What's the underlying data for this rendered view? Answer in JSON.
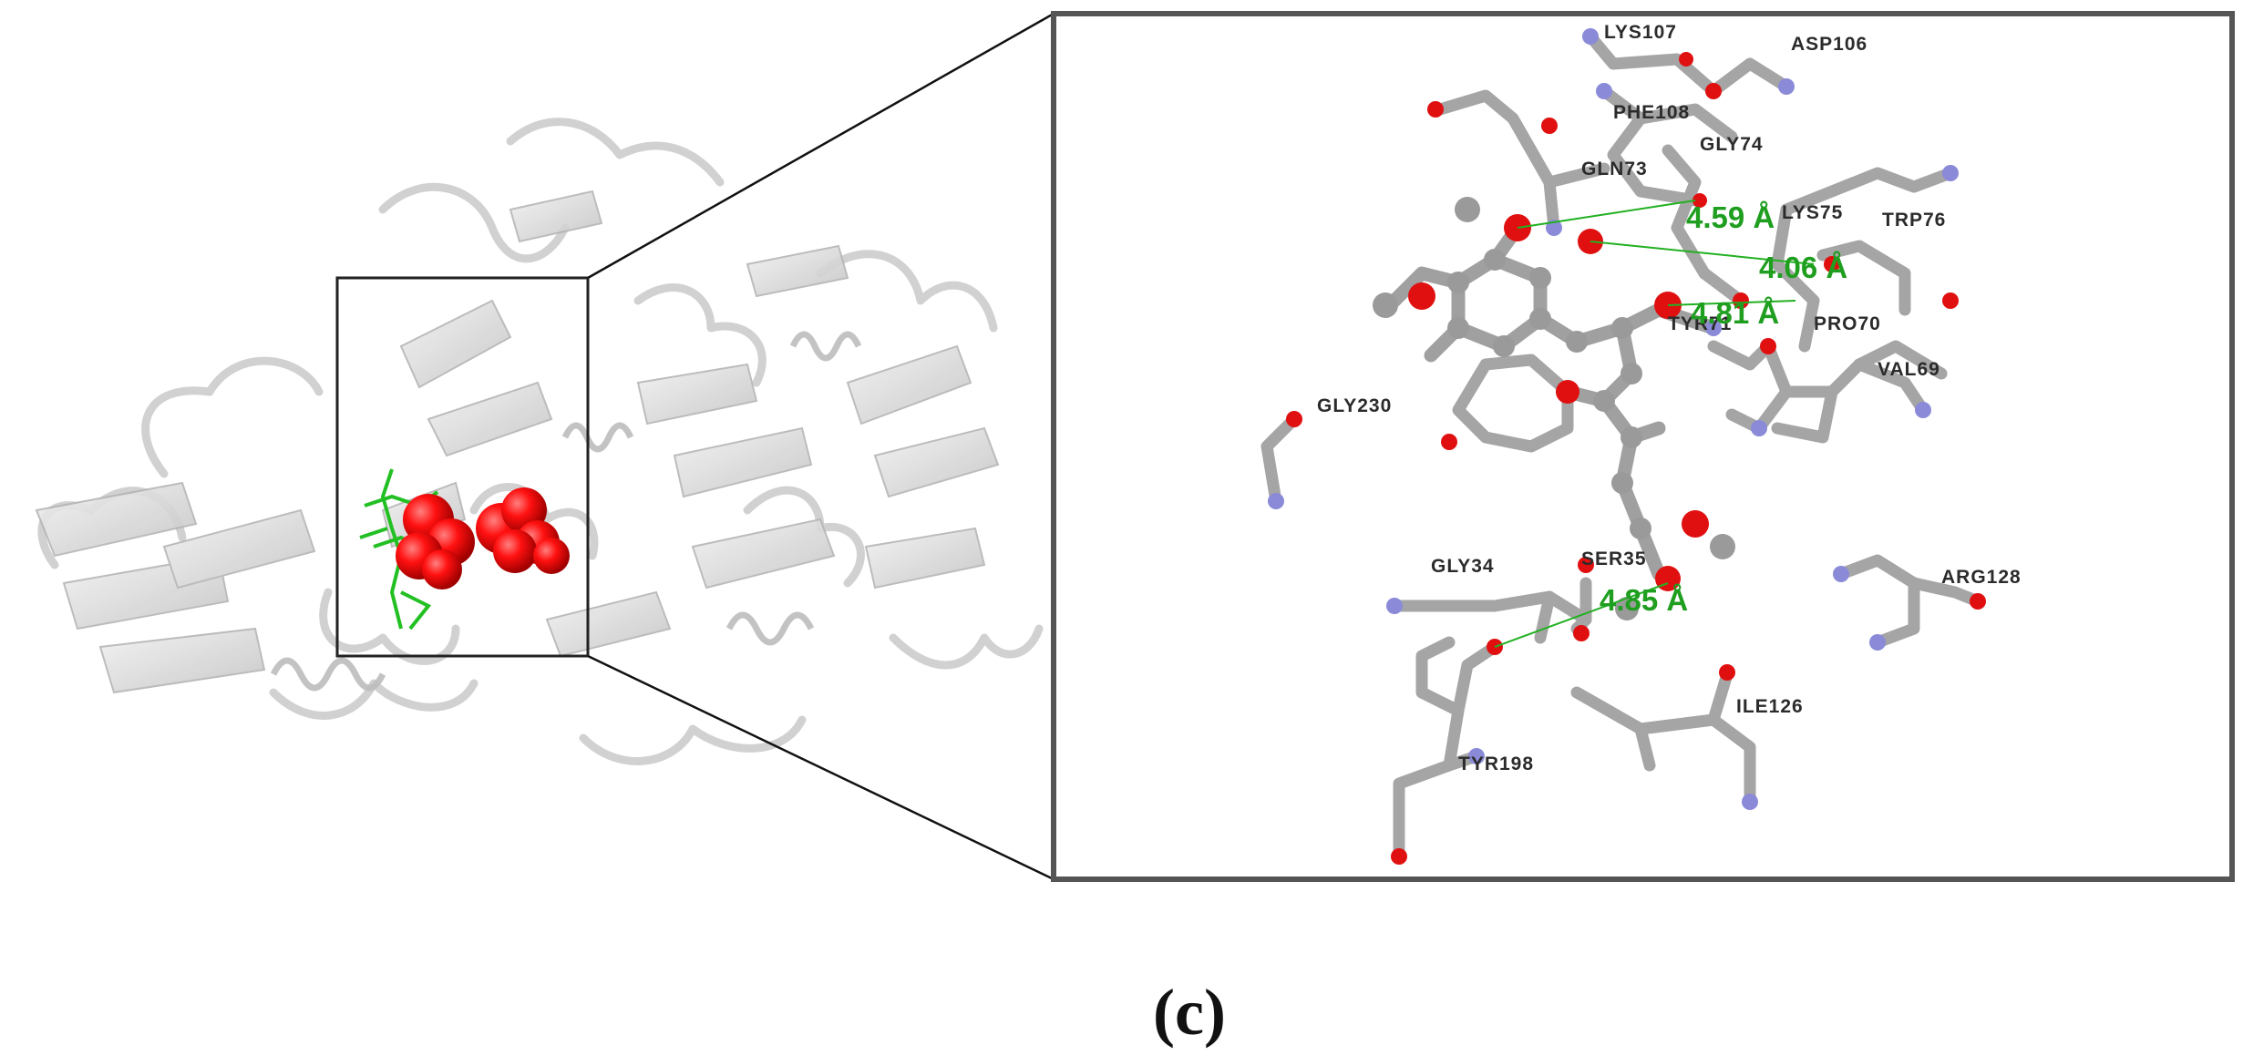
{
  "figure": {
    "caption": "(c)",
    "residue_labels": [
      "LYS107",
      "ASP106",
      "PHE108",
      "GLY74",
      "GLN73",
      "LYS75",
      "TRP76",
      "PRO70",
      "TYR71",
      "VAL69",
      "GLY230",
      "GLY34",
      "SER35",
      "ARG128",
      "ILE126",
      "TYR198"
    ],
    "distance_labels": [
      "4.59 Å",
      "4.06 Å",
      "4.81 Å",
      "4.85 Å"
    ],
    "colors": {
      "ribbon": "#d9d9d9",
      "ligand_spheres": "#ff0000",
      "ligand_sticks": "#22c022",
      "residue_sticks": "#a9a9a9",
      "oxygen": "#e01010",
      "nitrogen": "#8a8ad8",
      "hbond": "#22b022",
      "frame": "#555555"
    },
    "icons": [
      "protein-ribbon",
      "ligand-spacefill",
      "zoom-connector",
      "binding-site-sticks"
    ]
  }
}
